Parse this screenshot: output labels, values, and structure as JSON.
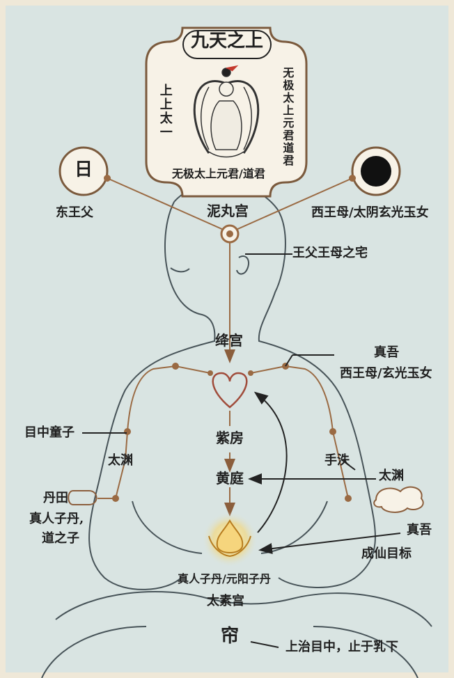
{
  "top_panel": {
    "title": "九天之上",
    "left_vertical": "上上太一",
    "right_vertical": "无极太上元君道君",
    "bottom_caption": "无极太上元君/道君"
  },
  "sun": {
    "glyph": "日",
    "label": "东王父"
  },
  "moon": {
    "label": "西王母/太阴玄光玉女"
  },
  "head": {
    "top_label": "泥丸宫",
    "side_label": "王父王母之宅"
  },
  "chest": {
    "upper_label": "绛宫",
    "right_label_1": "真吾",
    "right_label_2": "西王母/玄光玉女"
  },
  "center": {
    "purple_room": "紫房",
    "yellow_court": "黄庭",
    "elixir_label": "真人子丹/元阳子丹",
    "great_plain": "太素宫",
    "bottom_glyph": "帘",
    "bottom_note": "上治目中，止于乳下"
  },
  "left_side": {
    "eye_child": "目中童子",
    "taiyuan": "太渊",
    "dantian": "丹田",
    "child_caption_1": "真人子丹,",
    "child_caption_2": "道之子"
  },
  "right_side": {
    "shoubiao": "手泆",
    "taiyuan": "太渊",
    "truth_self": "真吾",
    "goal": "成仙目标"
  }
}
